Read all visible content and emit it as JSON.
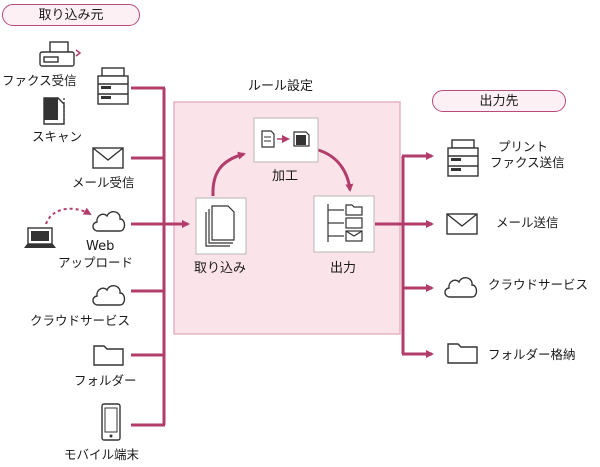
{
  "sections": {
    "source": "取り込み元",
    "rule": "ルール設定",
    "output": "出力先"
  },
  "sources": {
    "fax": "ファクス受信",
    "scan": "スキャン",
    "mail": "メール受信",
    "web_line1": "Web",
    "web_line2": "アップロード",
    "cloud": "クラウドサービス",
    "folder": "フォルダー",
    "mobile": "モバイル端末"
  },
  "rule": {
    "import": "取り込み",
    "process": "加工",
    "output": "出力"
  },
  "outputs": {
    "print_line1": "プリント",
    "print_line2": "ファクス送信",
    "mail": "メール送信",
    "cloud": "クラウドサービス",
    "folder": "フォルダー格納"
  },
  "colors": {
    "accent": "#b23d6b",
    "panel_bg": "#fbe3ea",
    "icon": "#333333"
  }
}
